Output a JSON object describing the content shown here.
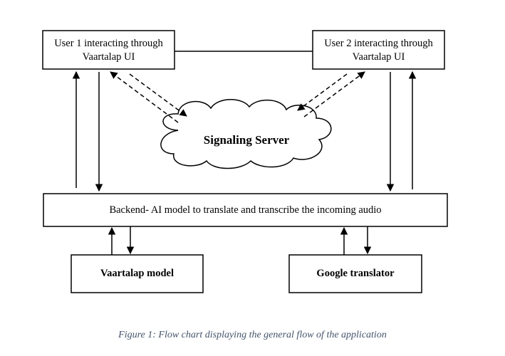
{
  "nodes": {
    "user1": {
      "lines": [
        "User 1 interacting through",
        "Vaartalap UI"
      ]
    },
    "user2": {
      "lines": [
        "User 2 interacting through",
        "Vaartalap UI"
      ]
    },
    "server": {
      "label": "Signaling Server"
    },
    "backend": {
      "label": "Backend- AI model to translate and transcribe the incoming audio"
    },
    "model": {
      "label": "Vaartalap model"
    },
    "translator": {
      "label": "Google translator"
    }
  },
  "caption": "Figure 1: Flow chart displaying the general flow of the application",
  "colors": {
    "stroke": "#000000",
    "caption": "#44546a"
  }
}
